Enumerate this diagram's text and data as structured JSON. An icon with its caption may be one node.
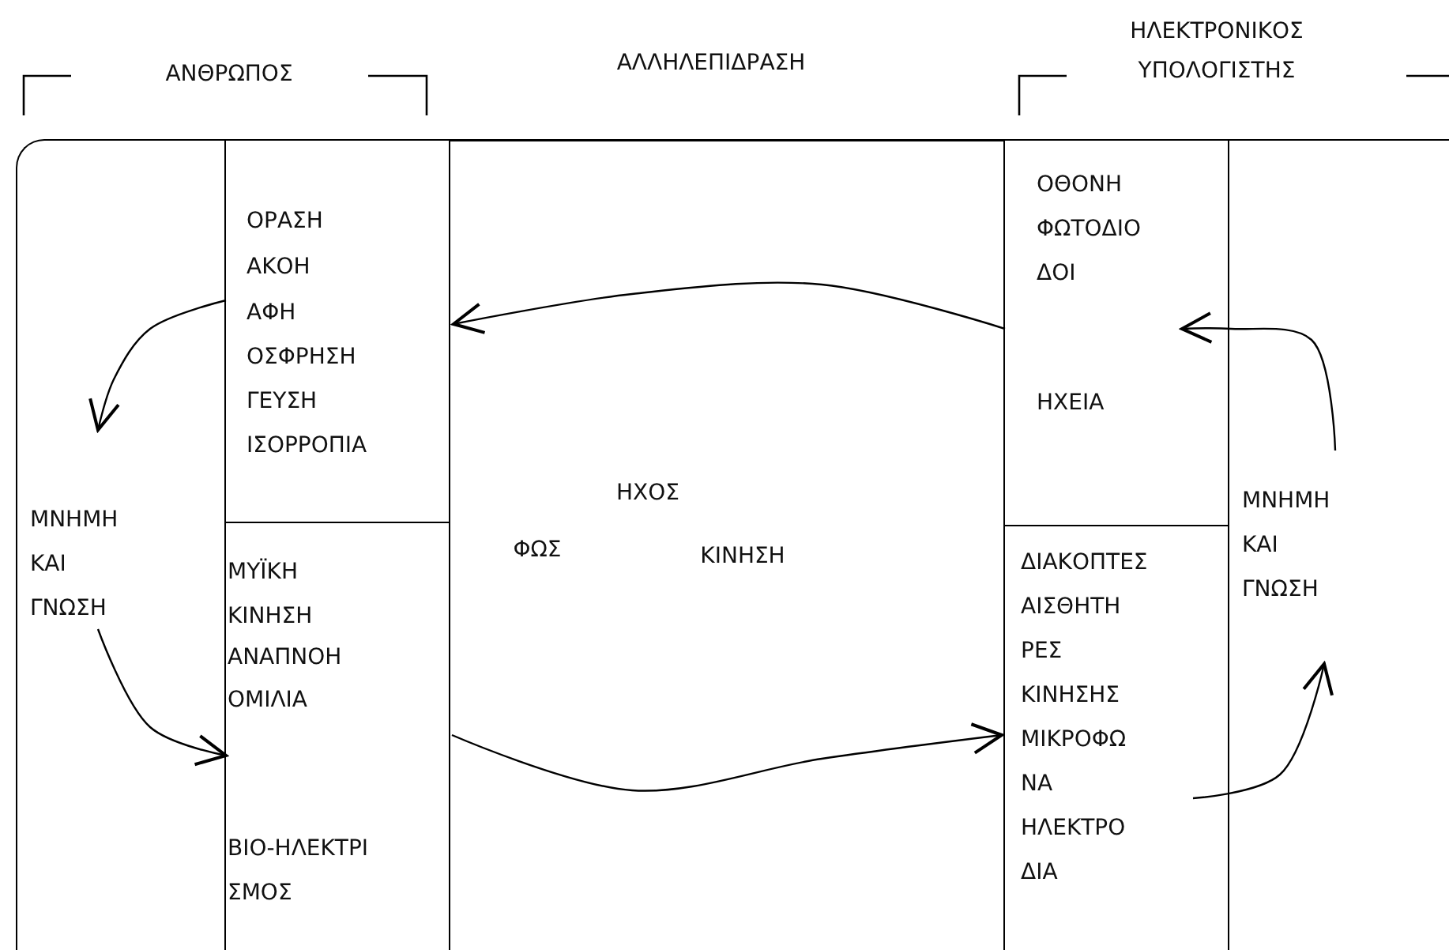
{
  "diagram": {
    "nodes": [
      {
        "text": [
          "ΜΝΗΜΗ ΚΑΙ ΓΝΩΣΗ"
        ]
      },
      {
        "text": [
          "ΟΡΑΣΗ",
          "ΑΚΟΗ",
          "ΑΦΗ",
          "ΟΣΦΡΗΣΗ",
          "ΓΕΥΣΗ",
          "ΙΣΟΡΡΟΠΙΑ"
        ]
      },
      {
        "text": [
          "ΜΥΪΚΗ ΚΙΝΗΣΗ",
          "ΑΝΑΠΝΟΗ",
          "ΟΜΙΛΙΑ",
          "ΒΙΟ-ΗΛΕΚΤΡΙ ΣΜΟΣ"
        ]
      },
      {
        "text": [
          "ΟΘΟΝΗ",
          "ΦΩΤΟΔΙΟ ΔΟΙ",
          "ΗΧΕΙΑ"
        ]
      },
      {
        "text": [
          "ΔΙΑΚΟΠΤΕΣ",
          "ΑΙΣΘΗΤΗ ΡΕΣ ΚΙΝΗΣΗΣ",
          "ΜΙΚΡΟΦΩ ΝΑ",
          "ΗΛΕΚΤΡΟ ΔΙΑ"
        ]
      },
      {
        "text": [
          "ΜΝΗΜΗ ΚΑΙ ΓΝΩΣΗ"
        ]
      }
    ],
    "edges": [
      {
        "from": 3,
        "to": 1,
        "arrow": "to"
      },
      {
        "from": 1,
        "to": 0,
        "arrow": "to"
      },
      {
        "from": 0,
        "to": 2,
        "arrow": "to"
      },
      {
        "from": 2,
        "to": 4,
        "arrow": "to"
      },
      {
        "from": 4,
        "to": 5,
        "arrow": "to"
      },
      {
        "from": 5,
        "to": 3,
        "arrow": "to"
      }
    ],
    "labels": [
      "ΑΝΘΡΩΠΟΣ",
      "ΑΛΛΗΛΕΠΙΔΡΑΣΗ",
      "ΗΛΕΚΤΡΟΝΙΚΟΣ ΥΠΟΛΟΓΙΣΤΗΣ",
      "ΗΧΟΣ",
      "ΦΩΣ",
      "ΚΙΝΗΣΗ"
    ]
  }
}
